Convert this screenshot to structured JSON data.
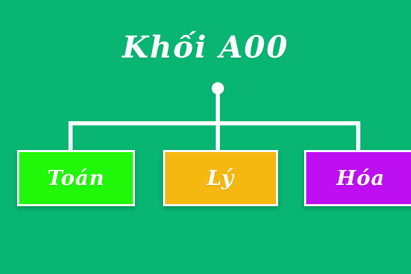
{
  "diagram": {
    "title": "Khối A00",
    "root_node": "root-node",
    "background_color": "#08b573",
    "connector_color": "#ffffff",
    "nodes": [
      {
        "label": "Toán",
        "color": "#21f708",
        "text_color": "#ffffff"
      },
      {
        "label": "Lý",
        "color": "#f5b811",
        "text_color": "#ffffff"
      },
      {
        "label": "Hóa",
        "color": "#bd0ff2",
        "text_color": "#ffffff"
      }
    ]
  }
}
